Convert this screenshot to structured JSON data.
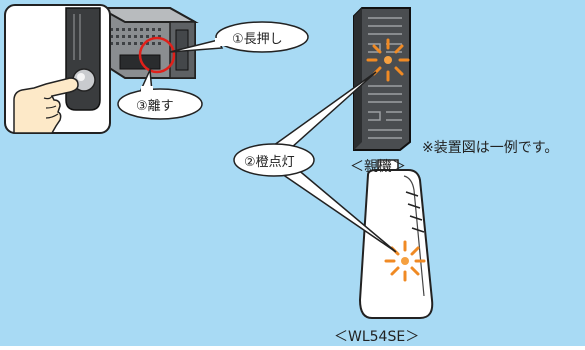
{
  "callouts": {
    "step1": "①長押し",
    "step2": "②橙点灯",
    "step3": "③離す"
  },
  "labels": {
    "note": "※装置図は一例です。",
    "parent_device": "＜親機＞",
    "child_device": "＜WL54SE＞"
  },
  "colors": {
    "background": "#a8daf4",
    "led_glow": "#f08a24"
  }
}
